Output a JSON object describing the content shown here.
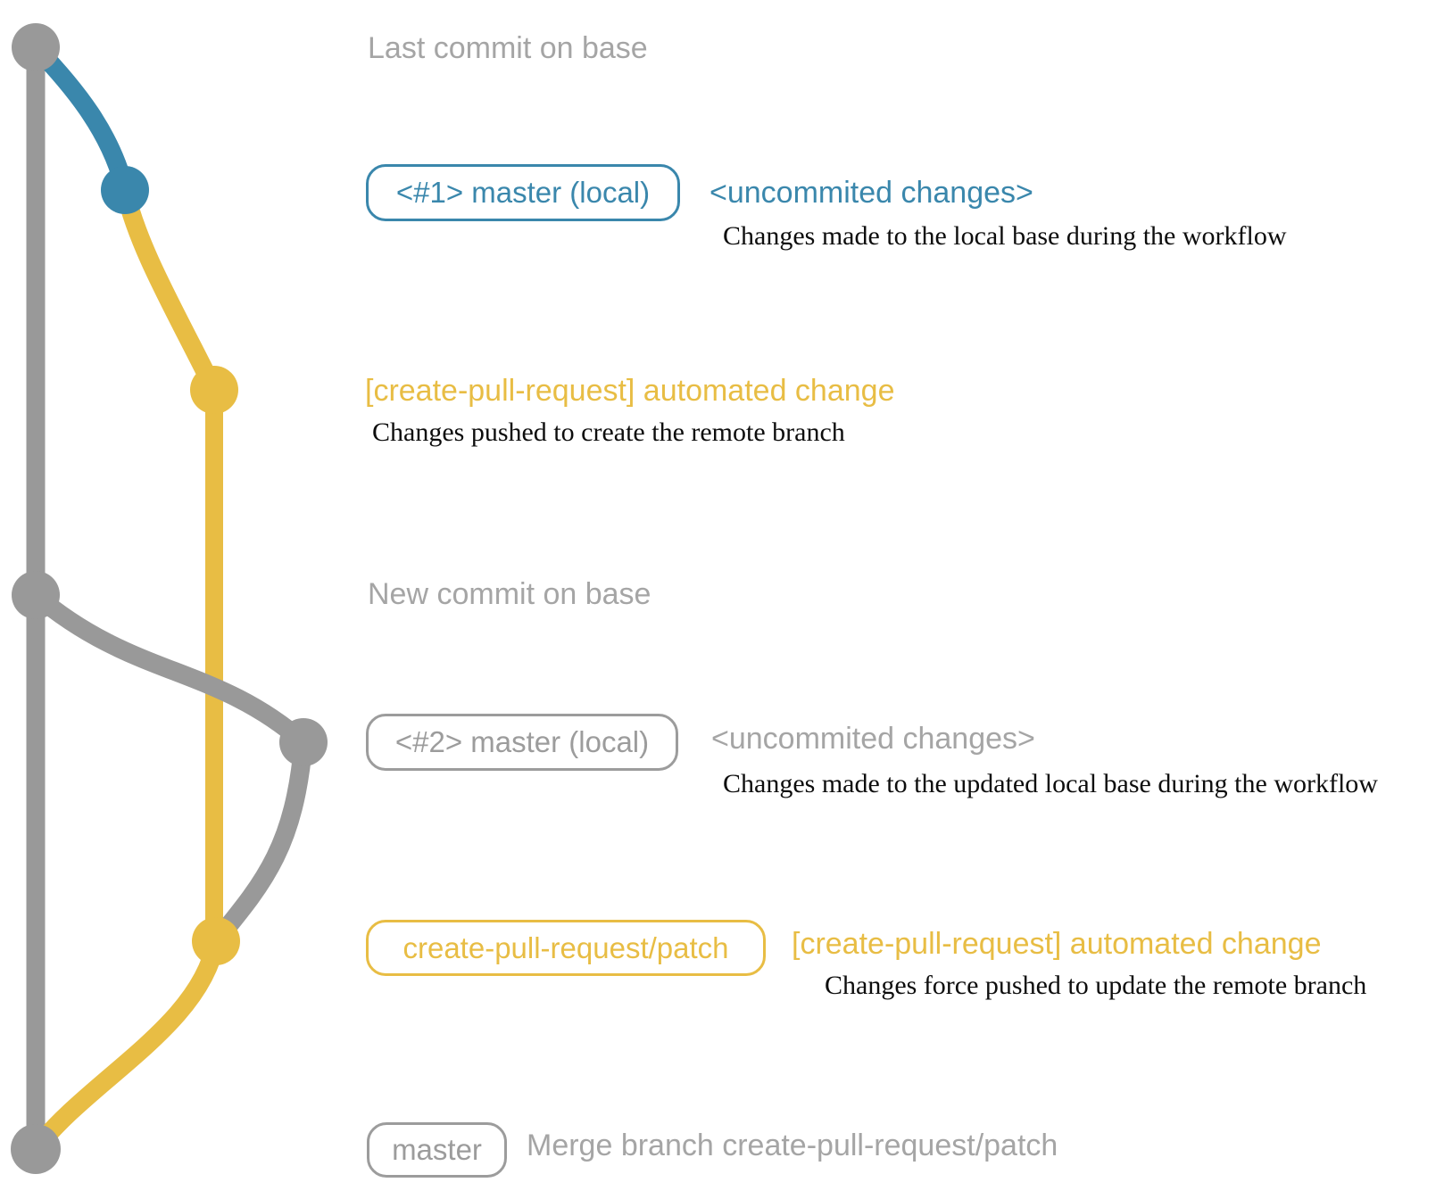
{
  "colors": {
    "base_gray": "#999999",
    "box_gray": "#9c9c9c",
    "text_gray": "#a5a5a5",
    "blue": "#3a87ac",
    "yellow": "#e8bd44",
    "note_black": "#0d0d0d"
  },
  "graph": {
    "commits": [
      {
        "id": "last-commit-on-base",
        "color": "gray"
      },
      {
        "id": "local-master-1",
        "color": "blue"
      },
      {
        "id": "create-pull-request-patch-1",
        "color": "yellow"
      },
      {
        "id": "new-commit-on-base",
        "color": "gray"
      },
      {
        "id": "local-master-2",
        "color": "gray"
      },
      {
        "id": "create-pull-request-patch-2",
        "color": "yellow"
      },
      {
        "id": "merge-commit",
        "color": "gray"
      }
    ]
  },
  "annotations": {
    "last_commit": {
      "label": "Last commit on base"
    },
    "local1": {
      "badge": "<#1> master (local)",
      "message": "<uncommited changes>",
      "note": "Changes made to the local base during the workflow"
    },
    "push1": {
      "message": "[create-pull-request] automated change",
      "note": "Changes pushed to create the remote branch"
    },
    "new_commit": {
      "label": "New commit on base"
    },
    "local2": {
      "badge": "<#2> master (local)",
      "message": "<uncommited changes>",
      "note": "Changes made to the updated local base during the workflow"
    },
    "push2": {
      "badge": "create-pull-request/patch",
      "message": "[create-pull-request] automated change",
      "note": "Changes force pushed to update the remote branch"
    },
    "merge": {
      "badge": "master",
      "message": "Merge branch create-pull-request/patch"
    }
  }
}
